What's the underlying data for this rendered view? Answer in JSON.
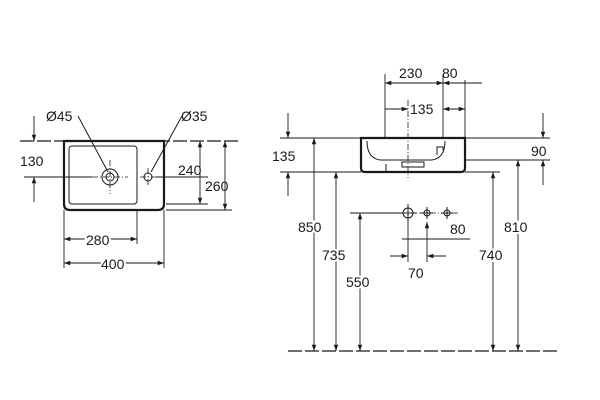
{
  "top_view": {
    "d_tap": "Ø45",
    "d_overflow": "Ø35",
    "dim_130": "130",
    "dim_240": "240",
    "dim_260": "260",
    "dim_280": "280",
    "dim_400": "400"
  },
  "front_view": {
    "dim_230": "230",
    "dim_80_top": "80",
    "dim_135_top": "135",
    "dim_135_left": "135",
    "dim_90": "90",
    "dim_850": "850",
    "dim_735": "735",
    "dim_550": "550",
    "dim_740": "740",
    "dim_810": "810",
    "dim_80_conn": "80",
    "dim_70": "70"
  }
}
